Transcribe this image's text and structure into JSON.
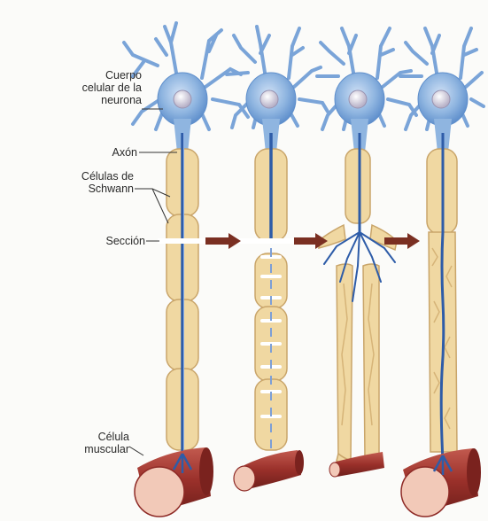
{
  "labels": {
    "cell_body": [
      "Cuerpo",
      "celular de la",
      "neurona"
    ],
    "axon": "Axón",
    "schwann": [
      "Células de",
      "Schwann"
    ],
    "section": "Sección",
    "muscle": [
      "Célula",
      "muscular"
    ]
  },
  "stages": [
    {
      "id": "intact",
      "muscle": "normal"
    },
    {
      "id": "degenerating",
      "muscle": "reduced"
    },
    {
      "id": "sprouting",
      "muscle": "atrophied"
    },
    {
      "id": "regenerated",
      "muscle": "restored"
    }
  ],
  "colors": {
    "neuron": "#8fb5e0",
    "neuron_dark": "#4f7fc0",
    "axon": "#2e5ca8",
    "schwann_fill": "#f0d8a2",
    "schwann_stroke": "#c9a56a",
    "muscle": "#8e2a26",
    "muscle_light": "#b84a40",
    "muscle_cut": "#f2c9b8",
    "arrow": "#7a2f22",
    "cut_gap": "#ffffff"
  }
}
